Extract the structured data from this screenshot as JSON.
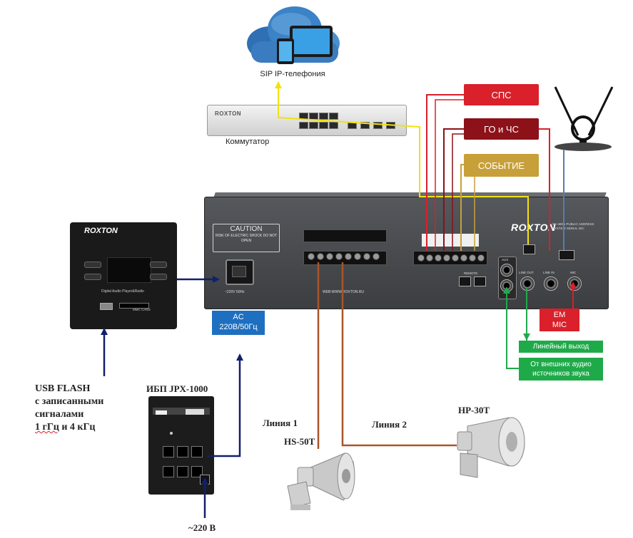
{
  "cloud": {
    "caption": "SIP IP-телефония"
  },
  "switch": {
    "brand": "ROXTON",
    "caption": "Коммутатор"
  },
  "alarms": {
    "sps": "СПС",
    "go_chs": "ГО и ЧС",
    "event": "СОБЫТИЕ"
  },
  "unit": {
    "brand": "ROXTON",
    "caution_title": "CAUTION",
    "caution_text": "RISK OF ELECTRIC SHOCK DO NOT OPEN",
    "model_text": "SX-480N PUBLIC ADDRESS SYSTEM SERIAL NO:",
    "power_caption": "~220V 50Hz",
    "web": "WEB:WWW.ROXTON.RU",
    "remote": "REMOTE",
    "aux": "AUX",
    "line_out": "LINE OUT",
    "line_in": "LINE IN",
    "mic": "MIC"
  },
  "ac_tag": {
    "line1": "AC",
    "line2": "220В/50Гц"
  },
  "player": {
    "brand": "ROXTON",
    "caption": "Digital Audio Player&Radio",
    "sd": "MMC CARD"
  },
  "usb_text": {
    "line1": "USB FLASH",
    "line2": "с записанными",
    "line3": "сигналами",
    "line4_a": "1 гГц",
    "line4_b": " и 4 кГц"
  },
  "ups": {
    "title": "ИБП  JPX-1000"
  },
  "mains": "~220 В",
  "speakers": {
    "line1": "Линия 1",
    "line2": "Линия 2",
    "model1": "HS-50T",
    "model2": "HP-30T"
  },
  "right_tags": {
    "em_line1": "EM",
    "em_line2": "MIC",
    "line_out": "Линейный выход",
    "ext1": "От внешних аудио",
    "ext2": "источников звука"
  },
  "colors": {
    "yellow": "#f2e10f",
    "red": "#d9202b",
    "darkred": "#8c1119",
    "gold": "#c8a03a",
    "blue": "#12206b",
    "brown": "#a9552a",
    "green": "#1faa4a",
    "steel": "#5a7ab0"
  }
}
